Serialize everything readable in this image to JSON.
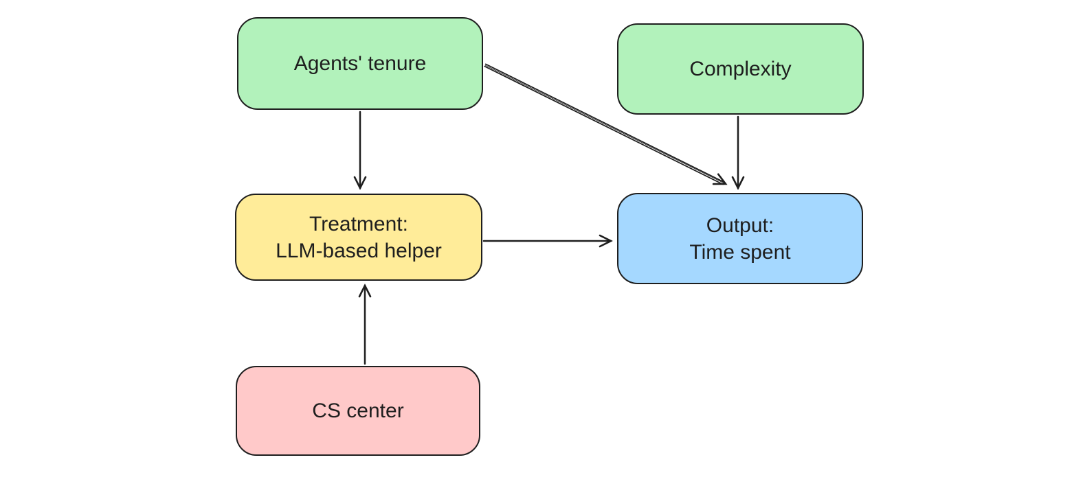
{
  "diagram": {
    "type": "causal-dag",
    "background_color": "#ffffff",
    "stroke_color": "#1e1e1e",
    "nodes": {
      "agents_tenure": {
        "label": "Agents' tenure",
        "color": "#b2f2bb"
      },
      "complexity": {
        "label": "Complexity",
        "color": "#b2f2bb"
      },
      "treatment": {
        "label": "Treatment:\nLLM-based helper",
        "color": "#ffec99"
      },
      "output": {
        "label": "Output:\nTime spent",
        "color": "#a5d8ff"
      },
      "cs_center": {
        "label": "CS center",
        "color": "#ffc9c9"
      }
    },
    "edges": [
      {
        "from": "agents_tenure",
        "to": "treatment",
        "line_style": "single"
      },
      {
        "from": "agents_tenure",
        "to": "output",
        "line_style": "double"
      },
      {
        "from": "complexity",
        "to": "output",
        "line_style": "single"
      },
      {
        "from": "treatment",
        "to": "output",
        "line_style": "single"
      },
      {
        "from": "cs_center",
        "to": "treatment",
        "line_style": "single"
      }
    ]
  }
}
